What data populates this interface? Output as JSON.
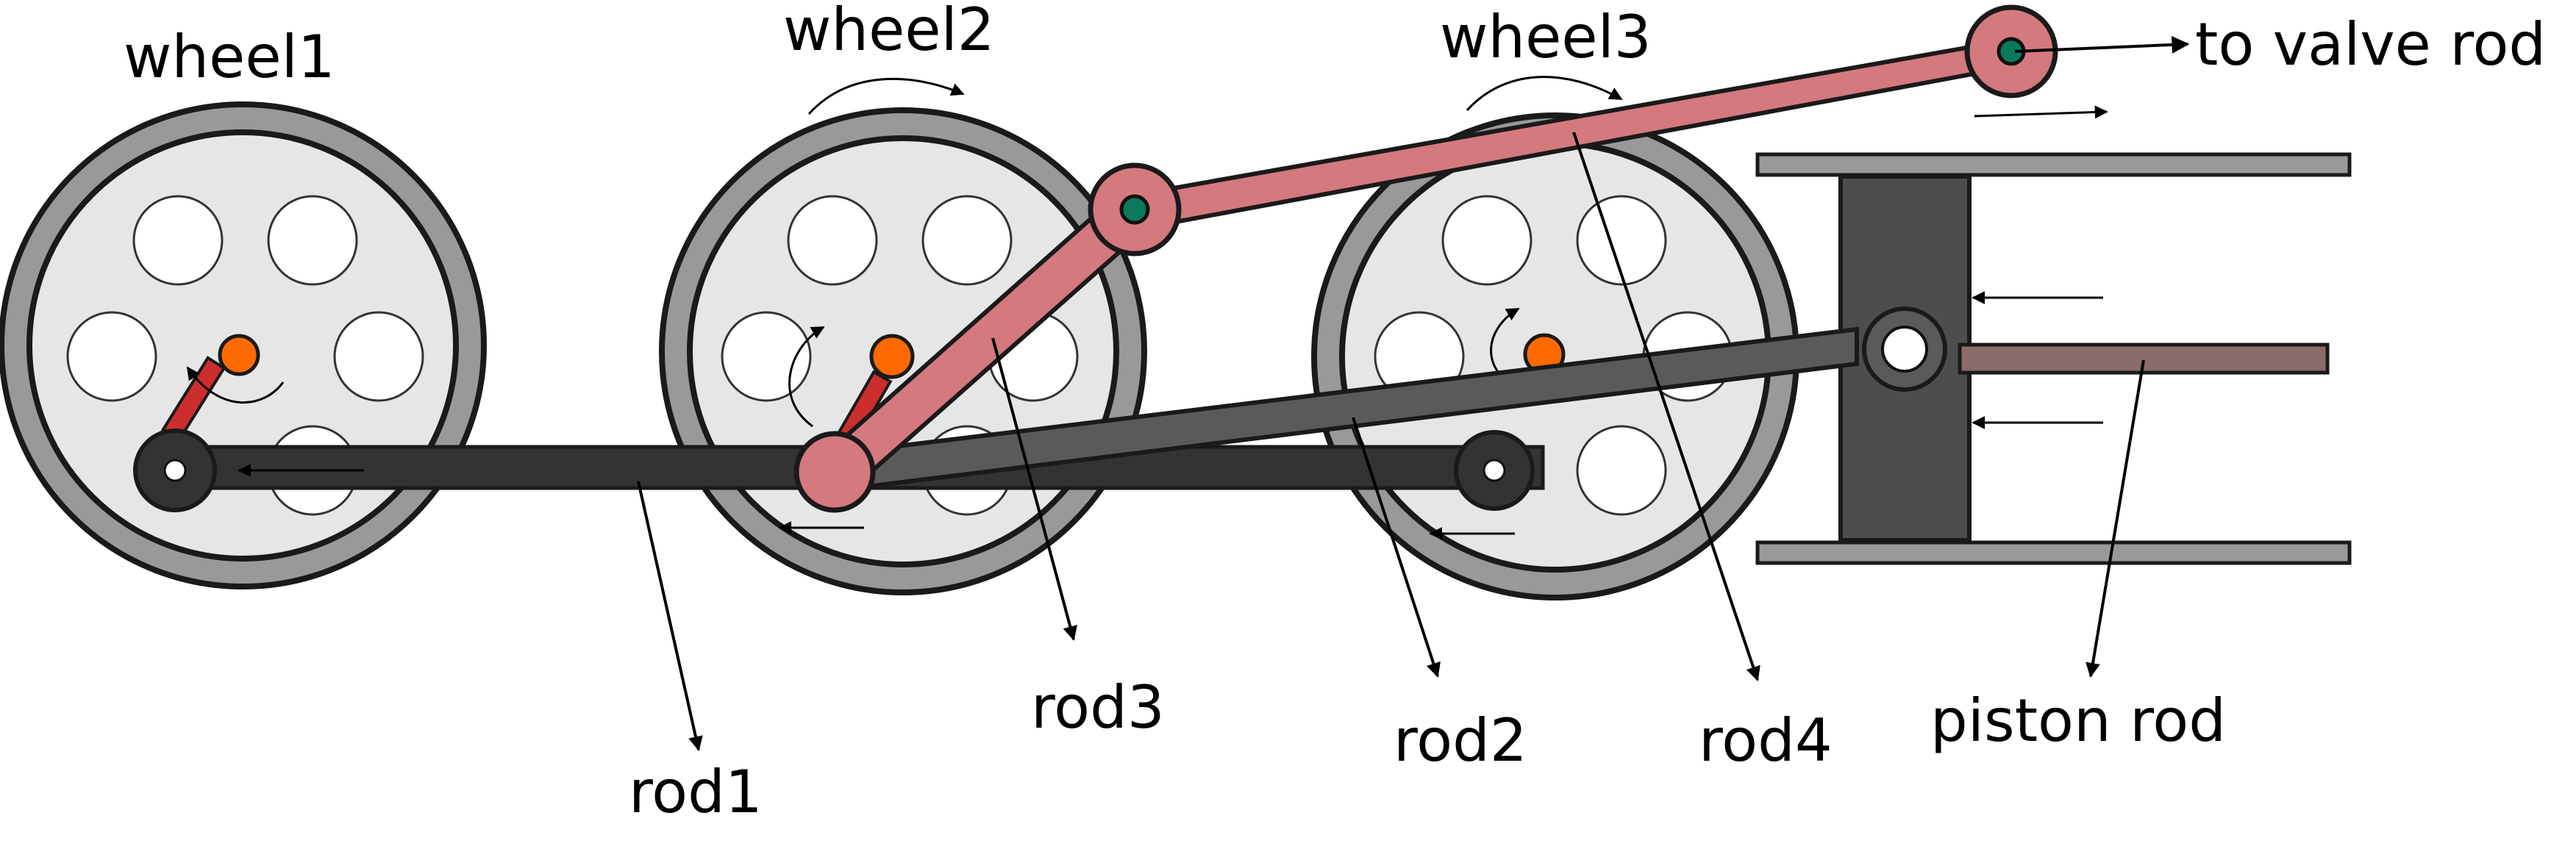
{
  "labels": {
    "wheel1": "wheel1",
    "wheel2": "wheel2",
    "wheel3": "wheel3",
    "valve": "to valve rod",
    "rod1": "rod1",
    "rod2": "rod2",
    "rod3": "rod3",
    "rod4": "rod4",
    "piston": "piston rod"
  },
  "colors": {
    "wheel_tire": "#999999",
    "wheel_face": "#e6e6e6",
    "rod_dark": "#333333",
    "rod_grey": "#5a5a5a",
    "rod_pink": "#d4797e",
    "crank_red": "#cc2e2e",
    "pin_orange": "#ff6a00",
    "pin_teal": "#0b7a5a",
    "cylinder": "#4d4d4d",
    "piston_rod": "#8c6b6b",
    "rail": "#999999"
  }
}
